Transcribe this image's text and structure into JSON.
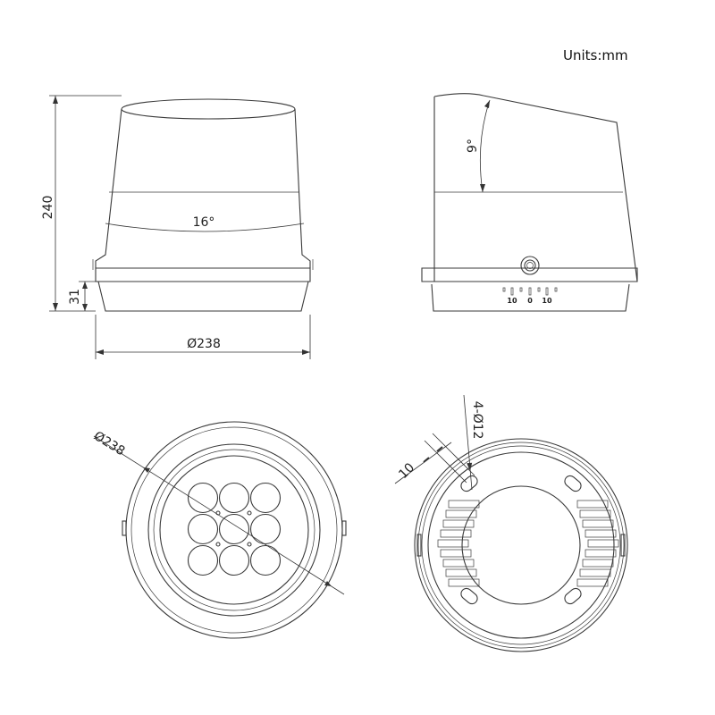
{
  "units_label": "Units:mm",
  "front_view": {
    "height_label": "240",
    "base_height_label": "31",
    "diameter_label": "Ø238",
    "tilt_angle_label": "16°"
  },
  "side_view": {
    "tilt_angle_label": "9°",
    "scale_labels": [
      "10",
      "0",
      "10"
    ]
  },
  "bottom_front_view": {
    "diameter_label": "Ø238",
    "lens_count": 9
  },
  "bottom_back_view": {
    "hole_label": "4-Ø12",
    "offset_label": "10"
  }
}
